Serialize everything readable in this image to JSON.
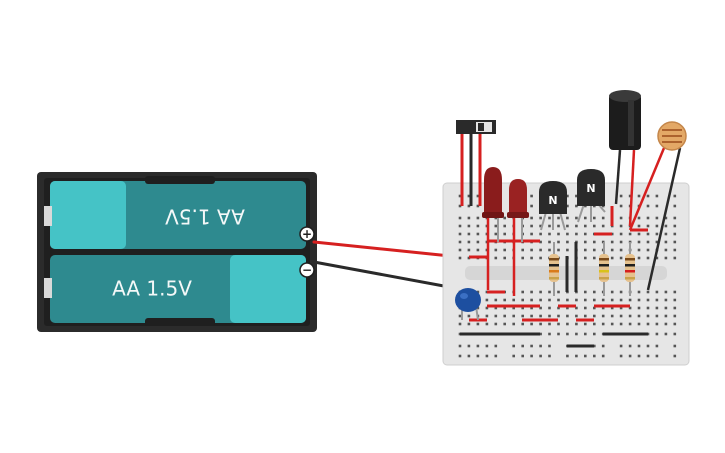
{
  "battery_pack": {
    "cell_top_label": "AA 1.5V",
    "cell_bottom_label": "AA 1.5V",
    "plus_symbol": "+",
    "minus_symbol": "−"
  },
  "transistors": [
    {
      "label": "N"
    },
    {
      "label": "N"
    }
  ],
  "colors": {
    "battery_body": "#2b2b2b",
    "cell_teal": "#2e8a8f",
    "cell_cap": "#45c3c6",
    "wire_red": "#d62020",
    "wire_black": "#2a2a2a",
    "breadboard": "#e6e6e6",
    "led_red": "#8a1c1c",
    "capacitor_blue": "#1d4fa0"
  }
}
